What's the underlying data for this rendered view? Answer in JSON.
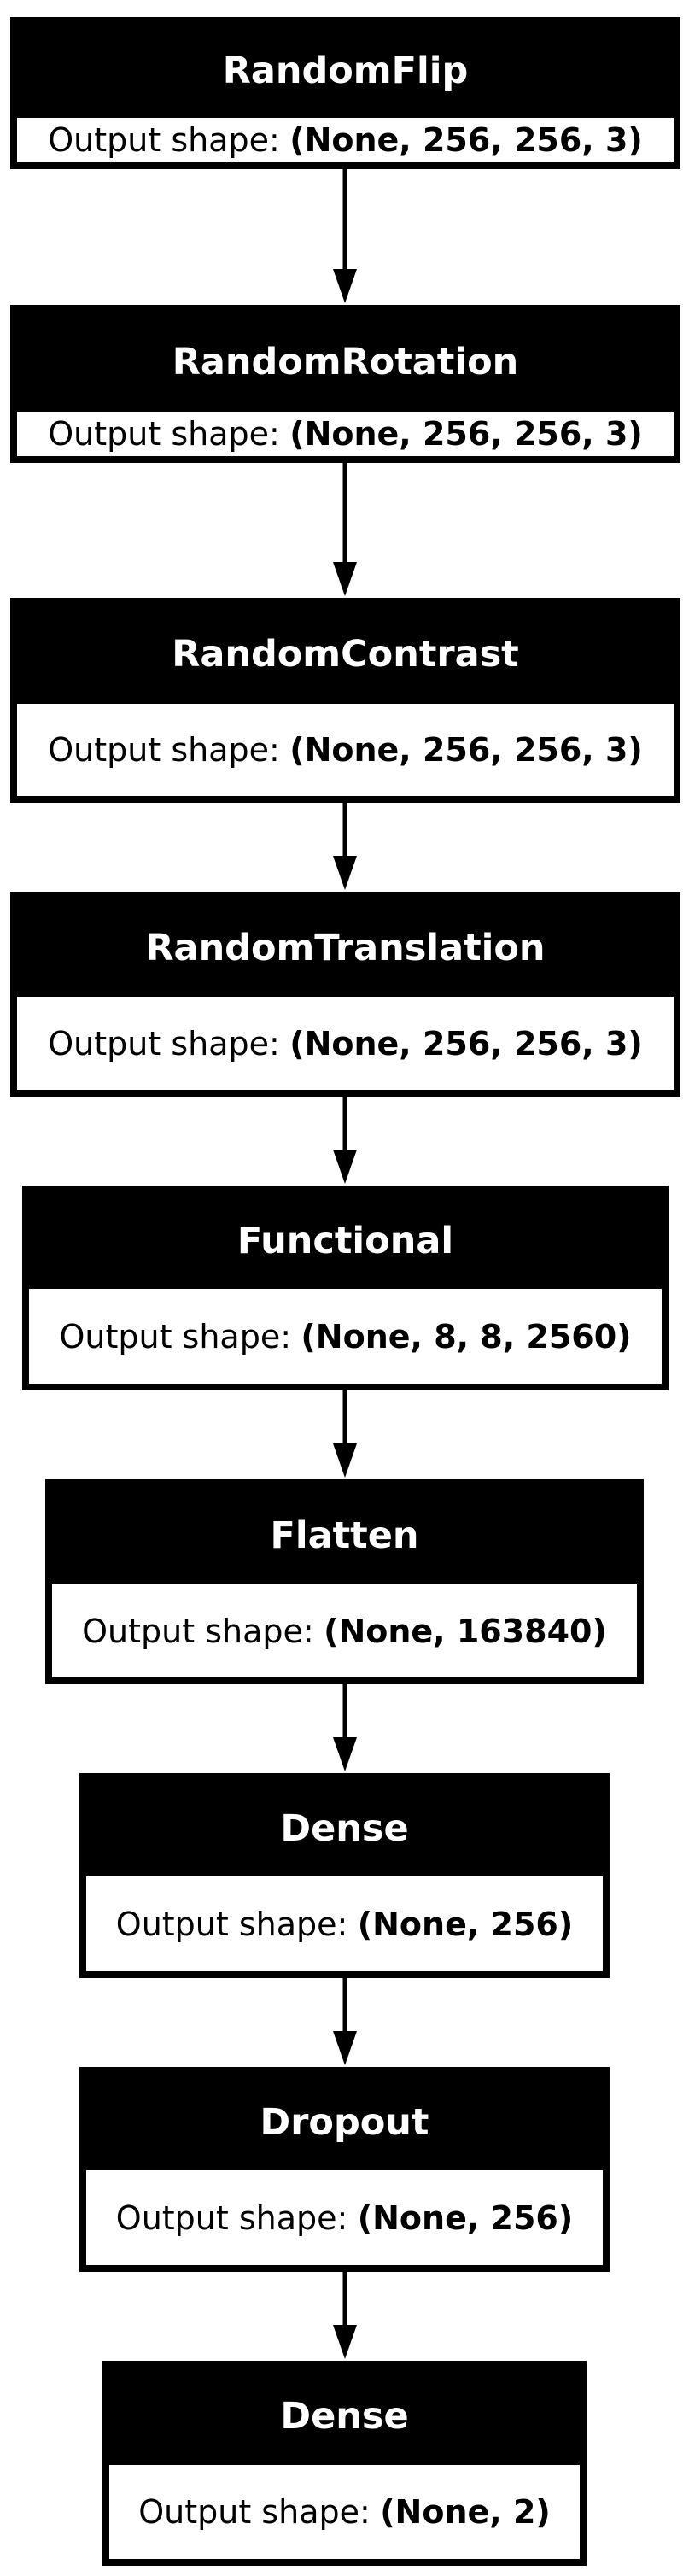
{
  "diagram": {
    "output_label": "Output shape:",
    "layers": [
      {
        "name": "RandomFlip",
        "shape": "(None, 256, 256, 3)"
      },
      {
        "name": "RandomRotation",
        "shape": "(None, 256, 256, 3)"
      },
      {
        "name": "RandomContrast",
        "shape": "(None, 256, 256, 3)"
      },
      {
        "name": "RandomTranslation",
        "shape": "(None, 256, 256, 3)"
      },
      {
        "name": "Functional",
        "shape": "(None, 8, 8, 2560)"
      },
      {
        "name": "Flatten",
        "shape": "(None, 163840)"
      },
      {
        "name": "Dense",
        "shape": "(None, 256)"
      },
      {
        "name": "Dropout",
        "shape": "(None, 256)"
      },
      {
        "name": "Dense",
        "shape": "(None, 2)"
      }
    ]
  }
}
